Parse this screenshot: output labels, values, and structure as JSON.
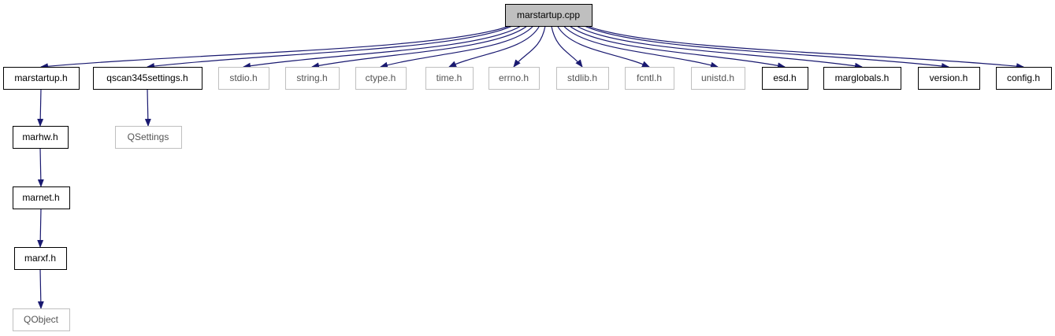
{
  "diagram": {
    "title": "",
    "colors": {
      "edge": "#191970",
      "root_fill": "#bfbfbf",
      "local_stroke": "#000000",
      "external_stroke": "#bfbfbf",
      "background": "#ffffff"
    },
    "nodes": [
      {
        "id": "marstartup-cpp",
        "label": "marstartup.cpp",
        "kind": "root"
      },
      {
        "id": "marstartup-h",
        "label": "marstartup.h",
        "kind": "local"
      },
      {
        "id": "qscan345settings-h",
        "label": "qscan345settings.h",
        "kind": "local"
      },
      {
        "id": "stdio-h",
        "label": "stdio.h",
        "kind": "external"
      },
      {
        "id": "string-h",
        "label": "string.h",
        "kind": "external"
      },
      {
        "id": "ctype-h",
        "label": "ctype.h",
        "kind": "external"
      },
      {
        "id": "time-h",
        "label": "time.h",
        "kind": "external"
      },
      {
        "id": "errno-h",
        "label": "errno.h",
        "kind": "external"
      },
      {
        "id": "stdlib-h",
        "label": "stdlib.h",
        "kind": "external"
      },
      {
        "id": "fcntl-h",
        "label": "fcntl.h",
        "kind": "external"
      },
      {
        "id": "unistd-h",
        "label": "unistd.h",
        "kind": "external"
      },
      {
        "id": "esd-h",
        "label": "esd.h",
        "kind": "local"
      },
      {
        "id": "marglobals-h",
        "label": "marglobals.h",
        "kind": "local"
      },
      {
        "id": "version-h",
        "label": "version.h",
        "kind": "local"
      },
      {
        "id": "config-h",
        "label": "config.h",
        "kind": "local"
      },
      {
        "id": "qsettings",
        "label": "QSettings",
        "kind": "external"
      },
      {
        "id": "marhw-h",
        "label": "marhw.h",
        "kind": "local"
      },
      {
        "id": "marnet-h",
        "label": "marnet.h",
        "kind": "local"
      },
      {
        "id": "marxf-h",
        "label": "marxf.h",
        "kind": "local"
      },
      {
        "id": "qobject",
        "label": "QObject",
        "kind": "external"
      }
    ],
    "edges": [
      [
        "marstartup-cpp",
        "marstartup-h"
      ],
      [
        "marstartup-cpp",
        "qscan345settings-h"
      ],
      [
        "marstartup-cpp",
        "stdio-h"
      ],
      [
        "marstartup-cpp",
        "string-h"
      ],
      [
        "marstartup-cpp",
        "ctype-h"
      ],
      [
        "marstartup-cpp",
        "time-h"
      ],
      [
        "marstartup-cpp",
        "errno-h"
      ],
      [
        "marstartup-cpp",
        "stdlib-h"
      ],
      [
        "marstartup-cpp",
        "fcntl-h"
      ],
      [
        "marstartup-cpp",
        "unistd-h"
      ],
      [
        "marstartup-cpp",
        "esd-h"
      ],
      [
        "marstartup-cpp",
        "marglobals-h"
      ],
      [
        "marstartup-cpp",
        "version-h"
      ],
      [
        "marstartup-cpp",
        "config-h"
      ],
      [
        "qscan345settings-h",
        "qsettings"
      ],
      [
        "marstartup-h",
        "marhw-h"
      ],
      [
        "marhw-h",
        "marnet-h"
      ],
      [
        "marnet-h",
        "marxf-h"
      ],
      [
        "marxf-h",
        "qobject"
      ]
    ]
  }
}
